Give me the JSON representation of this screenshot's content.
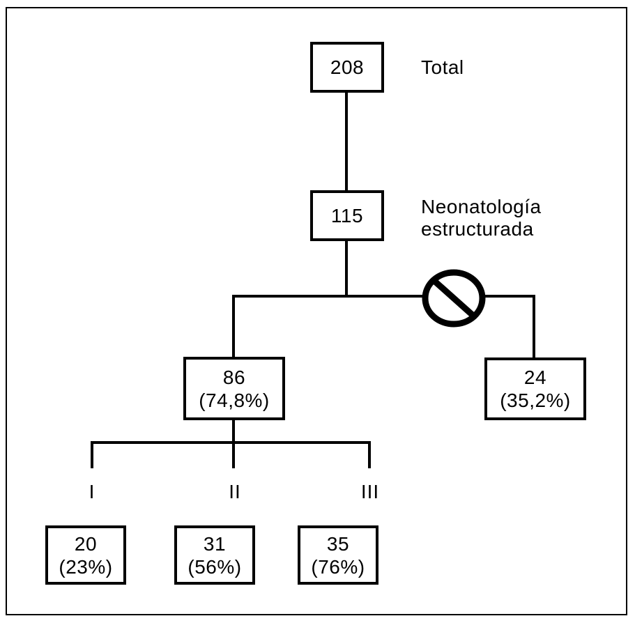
{
  "meta": {
    "figure_type": "patient-flow-diagram",
    "language": "es"
  },
  "colors": {
    "background": "#ffffff",
    "line": "#000000",
    "text": "#000000"
  },
  "icons": {
    "prohibition": "no-entry-icon"
  },
  "nodes": {
    "total": {
      "value": "208",
      "label": "Total"
    },
    "structured": {
      "value": "115",
      "label_line1": "Neonatología",
      "label_line2": "estructurada"
    },
    "followed": {
      "value": "86",
      "percent": "(74,8%)"
    },
    "excluded": {
      "value": "24",
      "percent": "(35,2%)"
    },
    "groups": [
      {
        "label": "I",
        "value": "20",
        "percent": "(23%)"
      },
      {
        "label": "II",
        "value": "31",
        "percent": "(56%)"
      },
      {
        "label": "III",
        "value": "35",
        "percent": "(76%)"
      }
    ]
  }
}
